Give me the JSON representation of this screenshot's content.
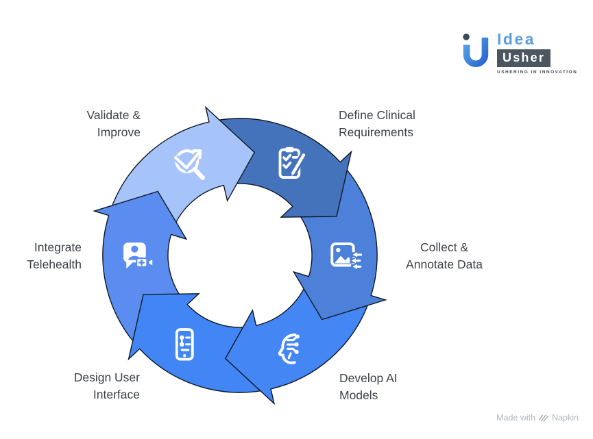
{
  "logo": {
    "brand_top": "Idea",
    "brand_bottom": "Usher",
    "tagline": "USHERING IN INNOVATION"
  },
  "diagram": {
    "type": "cycle",
    "direction": "clockwise",
    "outline_color": "#0f1722",
    "background_color": "#ffffff",
    "segments": [
      {
        "id": "define-clinical-requirements",
        "label": "Define Clinical Requirements",
        "label_lines": [
          "Define Clinical",
          "Requirements"
        ],
        "color": "#4573bb",
        "icon": "clipboard-check-icon",
        "start_angle": 0,
        "end_angle": 60
      },
      {
        "id": "collect-annotate-data",
        "label": "Collect & Annotate Data",
        "label_lines": [
          "Collect &",
          "Annotate Data"
        ],
        "color": "#4d80d8",
        "icon": "image-annotate-icon",
        "start_angle": 60,
        "end_angle": 120
      },
      {
        "id": "develop-ai-models",
        "label": "Develop AI Models",
        "label_lines": [
          "Develop AI",
          "Models"
        ],
        "color": "#4386f4",
        "icon": "ai-head-icon",
        "start_angle": 120,
        "end_angle": 180
      },
      {
        "id": "design-user-interface",
        "label": "Design User Interface",
        "label_lines": [
          "Design User",
          "Interface"
        ],
        "color": "#4285f4",
        "icon": "phone-ui-icon",
        "start_angle": 180,
        "end_angle": 240
      },
      {
        "id": "integrate-telehealth",
        "label": "Integrate Telehealth",
        "label_lines": [
          "Integrate",
          "Telehealth"
        ],
        "color": "#5a8def",
        "icon": "video-chat-medical-icon",
        "start_angle": 240,
        "end_angle": 300
      },
      {
        "id": "validate-improve",
        "label": "Validate & Improve",
        "label_lines": [
          "Validate &",
          "Improve"
        ],
        "color": "#a6c4f9",
        "icon": "search-trend-icon",
        "start_angle": 300,
        "end_angle": 360
      }
    ]
  },
  "footer": {
    "made_with": "Made with",
    "brand": "Napkin"
  }
}
